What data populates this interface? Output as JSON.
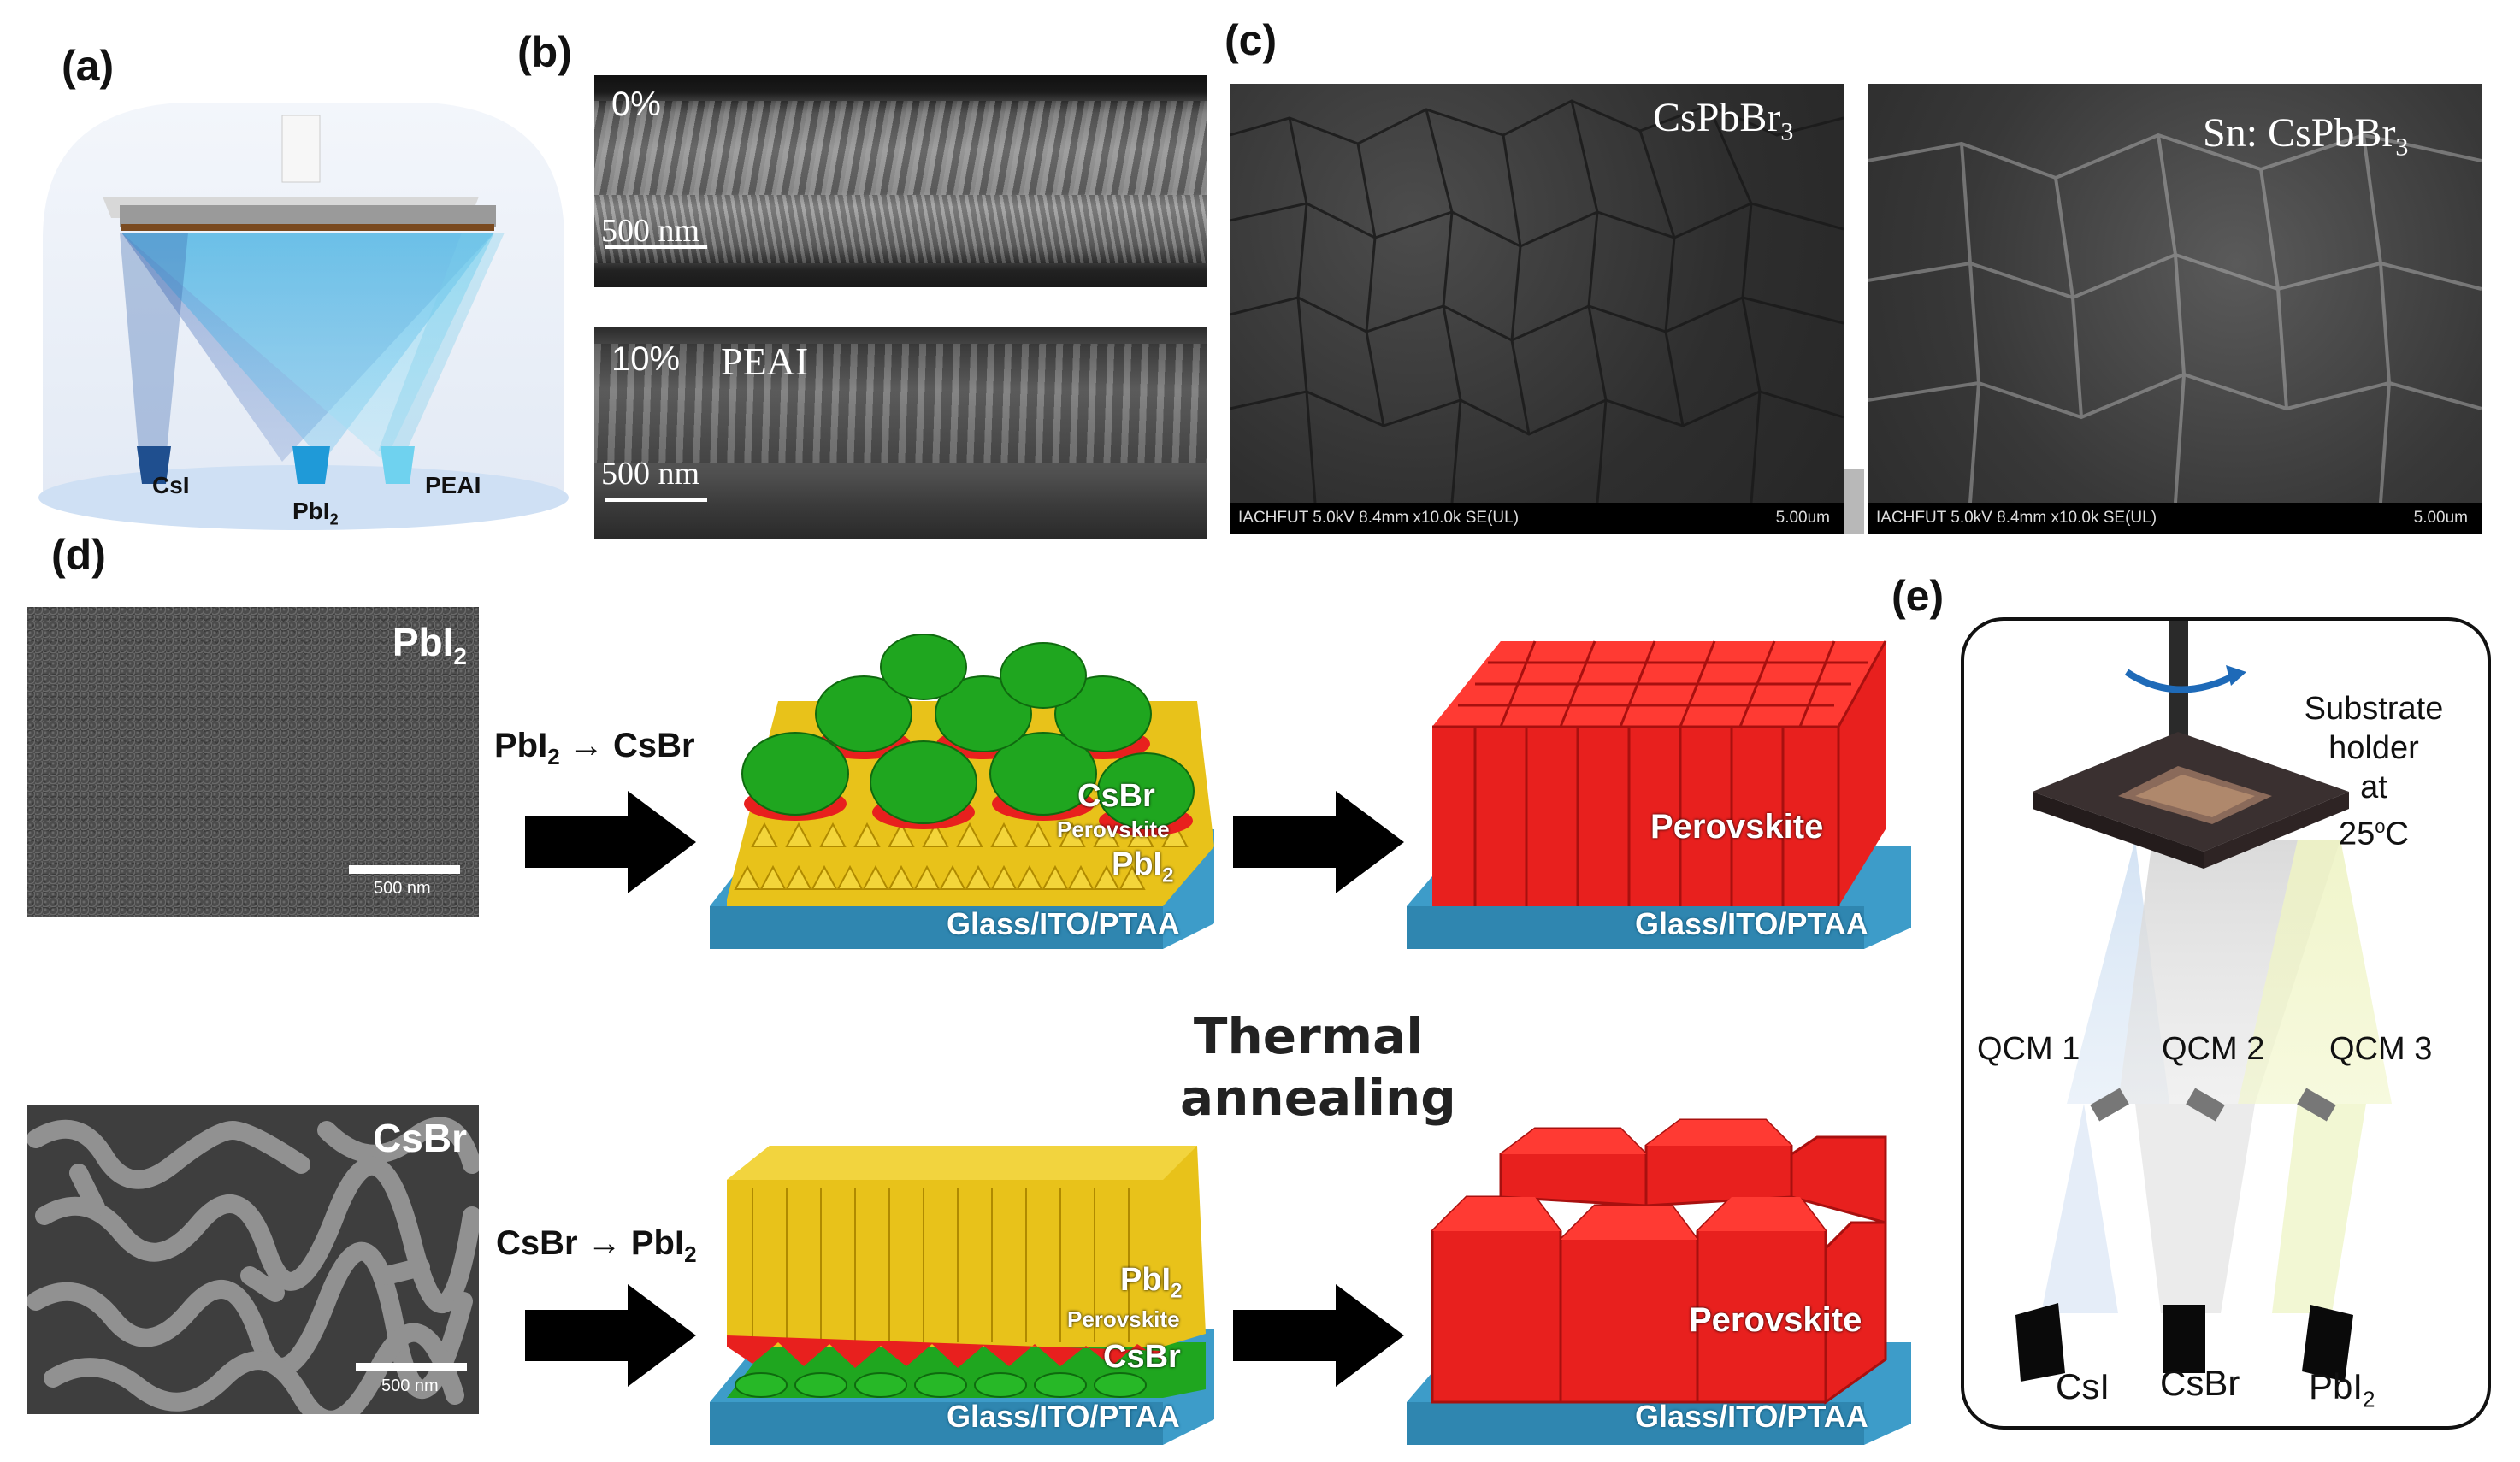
{
  "panels": {
    "a": {
      "label": "(a)",
      "sources": [
        "CsI",
        "PbI",
        "PEAI"
      ],
      "pbi_sub": "2"
    },
    "b": {
      "label": "(b)",
      "top": {
        "percent": "0%",
        "scale": "500 nm"
      },
      "bottom": {
        "percent": "10%",
        "additive": "PEAI",
        "scale": "500 nm"
      }
    },
    "c": {
      "label": "(c)",
      "left": {
        "title": "CsPbBr",
        "sub": "3",
        "footer_left": "IACHFUT 5.0kV 8.4mm x10.0k SE(UL)",
        "footer_right": "5.00um"
      },
      "right": {
        "title": "Sn: CsPbBr",
        "sub": "3",
        "footer_left": "IACHFUT 5.0kV 8.4mm x10.0k SE(UL)",
        "footer_right": "5.00um"
      }
    },
    "d": {
      "label": "(d)",
      "top_sem": {
        "title": "PbI",
        "sub": "2",
        "scale": "500 nm"
      },
      "bottom_sem": {
        "title": "CsBr",
        "scale": "500 nm"
      },
      "top_route": {
        "from": "PbI",
        "sub": "2",
        "to": "CsBr"
      },
      "bottom_route": {
        "from": "CsBr",
        "to": "PbI",
        "sub": "2"
      },
      "top_layers": {
        "csbr": "CsBr",
        "perov": "Perovskite",
        "pbi": "PbI",
        "sub": "2"
      },
      "bottom_layers": {
        "pbi": "PbI",
        "sub": "2",
        "perov": "Perovskite",
        "csbr": "CsBr"
      },
      "substrate": "Glass/ITO/PTAA",
      "product": "Perovskite",
      "process_line1": "Thermal",
      "process_line2": "annealing"
    },
    "e": {
      "label": "(e)",
      "holder_lines": [
        "Substrate",
        "holder",
        "at"
      ],
      "temp": "25",
      "temp_sup": "o",
      "temp_unit": "C",
      "qcm": [
        "QCM 1",
        "QCM 2",
        "QCM 3"
      ],
      "sources": [
        "CsI",
        "CsBr",
        "PbI"
      ],
      "pbi_sub": "2"
    }
  },
  "colors": {
    "perovskite_red": "#e8201e",
    "csbr_green": "#1fa61f",
    "pbi_yellow": "#e8c21a",
    "substrate_blue": "#3d9cc9"
  }
}
